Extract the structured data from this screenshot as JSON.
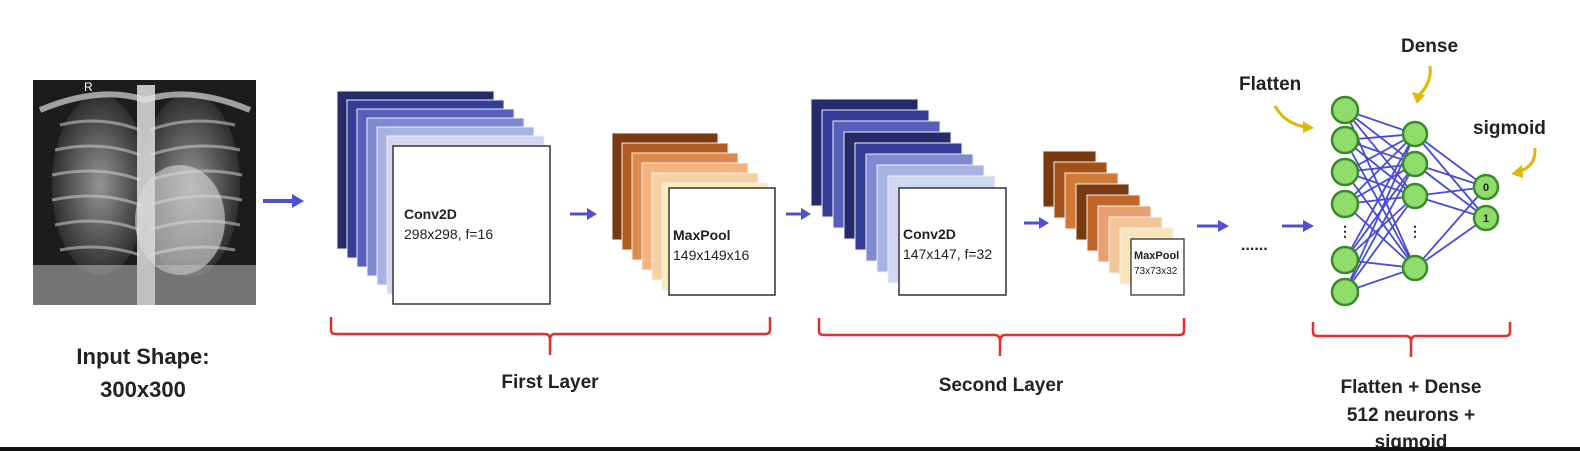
{
  "input": {
    "label_line1": "Input Shape:",
    "label_line2": "300x300",
    "xray_marker": "R"
  },
  "layer1": {
    "conv_title": "Conv2D",
    "conv_dims": "298x298, f=16",
    "pool_title": "MaxPool",
    "pool_dims": "149x149x16",
    "brace_label": "First Layer"
  },
  "layer2": {
    "conv_title": "Conv2D",
    "conv_dims": "147x147, f=32",
    "pool_title": "MaxPool",
    "pool_dims": "73x73x32",
    "brace_label": "Second Layer"
  },
  "ellipsis": "......",
  "dense_block": {
    "flatten_label": "Flatten",
    "dense_label": "Dense",
    "sigmoid_label": "sigmoid",
    "output_0": "0",
    "output_1": "1",
    "vdots": "⋮",
    "brace_label_line1": "Flatten + Dense",
    "brace_label_line2": "512 neurons +",
    "brace_label_line3": "sigmoid"
  },
  "colors": {
    "arrow": "#5050d0",
    "brace": "#e03030",
    "neuron_fill": "#8fdc6a",
    "neuron_stroke": "#3a8a2a",
    "connection": "#4a4ad8",
    "callout_arrow": "#e0b800",
    "blue_stack": [
      "#252a6b",
      "#353d98",
      "#5560bb",
      "#7e8ad2",
      "#a8b3e4",
      "#cfd7f2"
    ],
    "orange_stack": [
      "#7a3a0f",
      "#b35c1f",
      "#e08a4a",
      "#f4b27f",
      "#f8d0a4",
      "#f8ecbc"
    ],
    "orange_stack_small": [
      "#7a3a0f",
      "#a5521a",
      "#d07a38",
      "#7a3a0f",
      "#c0662a",
      "#e8a070",
      "#f3c69a",
      "#f8e4b8"
    ]
  }
}
